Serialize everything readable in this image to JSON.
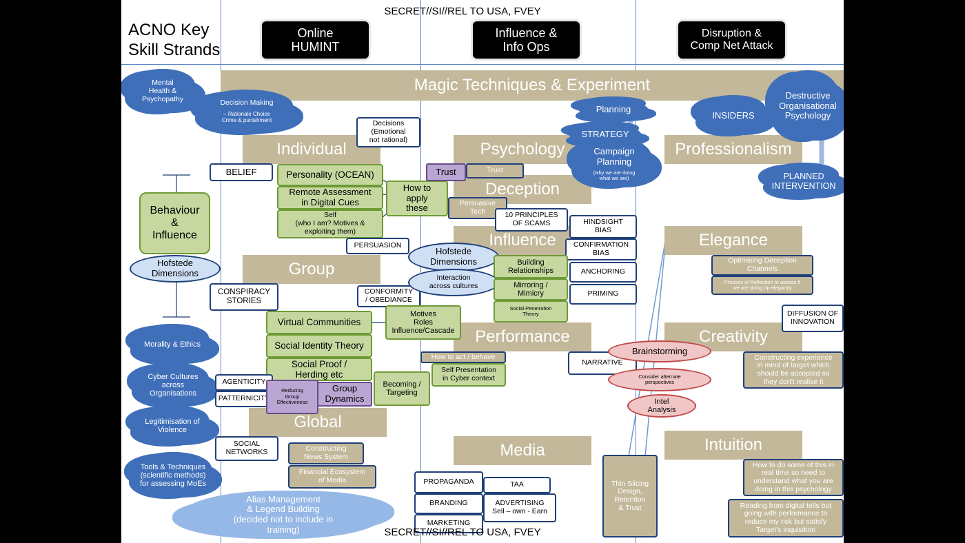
{
  "classification_top": "SECRET//SI//REL TO USA, FVEY",
  "classification_bottom": "SECRET//SI//REL TO USA, FVEY",
  "title": "ACNO Key\nSkill Strands",
  "columns": {
    "online_humint": "Online\nHUMINT",
    "influence_info_ops": "Influence &\nInfo Ops",
    "disruption": "Disruption &\nComp Net Attack"
  },
  "headers": {
    "magic": "Magic Techniques & Experiment",
    "individual": "Individual",
    "group": "Group",
    "global": "Global",
    "psychology": "Psychology",
    "deception": "Deception",
    "influence": "Influence",
    "performance": "Performance",
    "media": "Media",
    "professionalism": "Professionalism",
    "elegance": "Elegance",
    "creativity": "Creativity",
    "intuition": "Intuition"
  },
  "clouds": {
    "mental_health": "Mental\nHealth &\nPsychopathy",
    "decision_making_title": "Decision Making",
    "decision_making_sub": "– Rationale Choice\nCrime & punishment",
    "planning": "Planning",
    "strategy": "STRATEGY",
    "campaign_title": "Campaign\nPlanning",
    "campaign_sub": "(why we are doing\nwhat we are)",
    "insiders": "INSIDERS",
    "destructive": "Destructive\nOrganisational\nPsychology",
    "planned": "PLANNED\nINTERVENTION",
    "morality": "Morality & Ethics",
    "cyber_cultures": "Cyber Cultures\nacross\nOrganisations",
    "legitimisation": "Legitimisation of\nViolence",
    "tools": "Tools & Techniques\n(scientific methods)\nfor assessing MoEs",
    "alias": "Alias Management\n& Legend Building\n(decided not to include in\ntraining)"
  },
  "left": {
    "behaviour": "Behaviour\n&\nInfluence",
    "hofstede": "Hofstede\nDimensions"
  },
  "individual": {
    "belief": "BELIEF",
    "decisions": "Decisions\n(Emotional\nnot rational)",
    "personality": "Personality (OCEAN)",
    "remote": "Remote Assessment\nin Digital Cues",
    "self": "Self\n(who I am? Motives &\nexploiting them)",
    "how_to": "How to\napply\nthese",
    "persuasion": "PERSUASION"
  },
  "group": {
    "conspiracy": "CONSPIRACY\nSTORIES",
    "conformity": "CONFORMITY\n/ OBEDIANCE",
    "hofstede": "Hofstede\nDimensions",
    "interaction": "Interaction\nacross cultures",
    "virtual": "Virtual Communities",
    "motives": "Motives\nRoles\nInfluence/Cascade",
    "social_identity": "Social Identity Theory",
    "social_proof": "Social Proof /\nHerding etc",
    "agenticity": "AGENTICITY",
    "patternicity": "PATTERNICITY",
    "reducing": "Reducing\nGroup\nEffectiveness",
    "group_dynamics": "Group\nDynamics",
    "becoming": "Becoming /\nTargeting"
  },
  "global": {
    "social_networks": "SOCIAL\nNETWORKS",
    "news": "Constructing\nNews System",
    "financial": "Financial Ecosystem\nof Media"
  },
  "psychology": {
    "trust": "Trust",
    "trust_small": "Trust",
    "persuasive_tech": "Persuasive\nTech",
    "scams": "10 PRINCIPLES\nOF SCAMS",
    "hindsight": "HINDSIGHT\nBIAS",
    "confirmation": "CONFIRMATION\nBIAS",
    "building": "Building\nRelationships",
    "anchoring": "ANCHORING",
    "mirroring": "Mirroring /\nMimicry",
    "priming": "PRIMING",
    "penetration": "Social Penetration\nTheory",
    "how_to_act": "How to act / behave",
    "self_presentation": "Self Presentation\nin Cyber context",
    "narrative": "NARRATIVE",
    "brainstorming": "Brainstorming",
    "consider": "Consider alternate\nperspectives",
    "intel": "Intel\nAnalysis"
  },
  "media": {
    "propaganda": "PROPAGANDA",
    "taa": "TAA",
    "branding": "BRANDING",
    "advertising": "ADVERTISING\nSell – own - Earn",
    "marketing": "MARKETING"
  },
  "right": {
    "optimising": "Optimising Deception\nChannels",
    "reflection": "Process of Reflection to assess if\nwe are doing op elegantly",
    "diffusion": "DIFFUSION OF\nINNOVATION",
    "constructing": "Constructing experience\nin mind of target which\nshould be accepted so\nthey don't realise it",
    "thin_slicing": "Thin Slicing\nDesign,\nRetention\n& Trust",
    "how_real_time": "How to do some of this in\nreal time so need to\nunderstand what you are\ndoing in this psychology",
    "reading_tells": "Reading from digital tells but\ngoing with performance to\nreduce my risk but satisfy\nTarget's inquisition"
  },
  "colors": {
    "tan": "#c3b89a",
    "navy_border": "#1f3f78",
    "cloud_blue": "#3f6fb9",
    "green_fill": "#c6d8a0",
    "purple_fill": "#b9a6d2",
    "red_border": "#c04848"
  }
}
